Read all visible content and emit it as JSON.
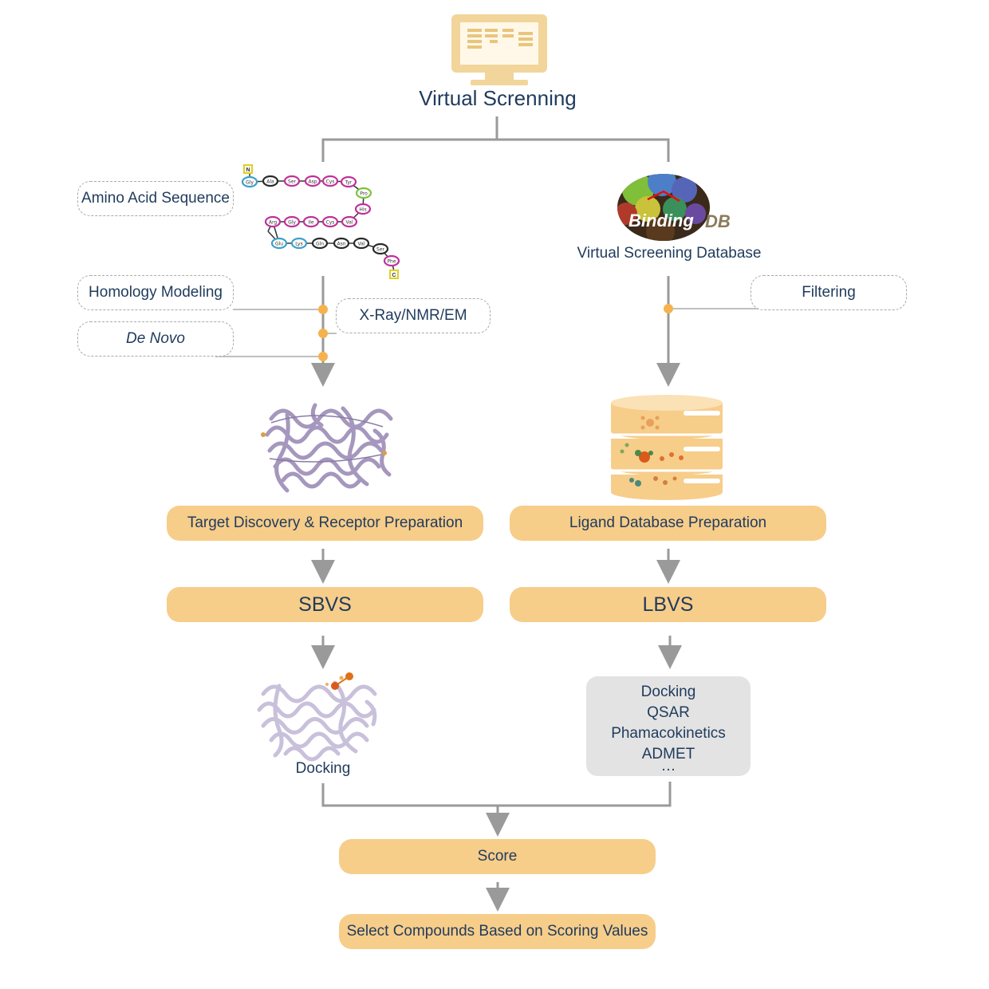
{
  "title": "Virtual Screnning",
  "left_branch": {
    "sequence_label": "Amino Acid Sequence",
    "methods": [
      "Homology Modeling",
      "De Novo"
    ],
    "xray_label": "X-Ray/NMR/EM",
    "prep_label": "Target Discovery & Receptor Preparation",
    "method_label": "SBVS",
    "docking_label": "Docking"
  },
  "right_branch": {
    "logo_text_a": "Binding",
    "logo_text_b": "DB",
    "database_label": "Virtual Screening Database",
    "filter_label": "Filtering",
    "prep_label": "Ligand Database Preparation",
    "method_label": "LBVS",
    "techniques": [
      "Docking",
      "QSAR",
      "Phamacokinetics",
      "ADMET",
      "…"
    ]
  },
  "score_label": "Score",
  "final_label": "Select Compounds Based on Scoring Values",
  "peptide": {
    "start": "N",
    "end": "C",
    "row1": [
      "Gly",
      "Ala",
      "Ser",
      "Asp",
      "Cys",
      "Tyr"
    ],
    "turn1": [
      "Pro",
      "His"
    ],
    "row2": [
      "Arg",
      "Gly",
      "Ile",
      "Cys",
      "Val"
    ],
    "row3": [
      "Glu",
      "Lys",
      "Gln",
      "Asn",
      "Val",
      "Ser"
    ],
    "tail": [
      "Phe"
    ]
  },
  "colors": {
    "accent": "#f7cd8a",
    "text": "#1f3b5c",
    "line": "#9a9a9a",
    "dot": "#f5b24e",
    "monitor": "#f2d59a"
  }
}
